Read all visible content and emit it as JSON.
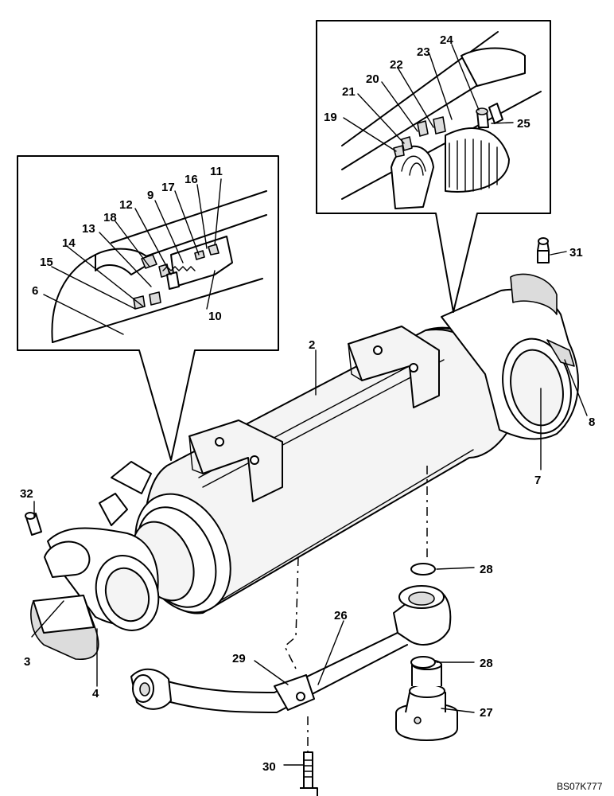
{
  "drawing_code": "BS07K777",
  "labels": {
    "p2": "2",
    "p3": "3",
    "p4": "4",
    "p6": "6",
    "p7": "7",
    "p8": "8",
    "p9": "9",
    "p10": "10",
    "p11": "11",
    "p12": "12",
    "p13": "13",
    "p14": "14",
    "p15": "15",
    "p16": "16",
    "p17": "17",
    "p18": "18",
    "p19": "19",
    "p20": "20",
    "p21": "21",
    "p22": "22",
    "p23": "23",
    "p24": "24",
    "p25": "25",
    "p26": "26",
    "p27": "27",
    "p28a": "28",
    "p28b": "28",
    "p29": "29",
    "p30": "30",
    "p31": "31",
    "p32": "32"
  }
}
